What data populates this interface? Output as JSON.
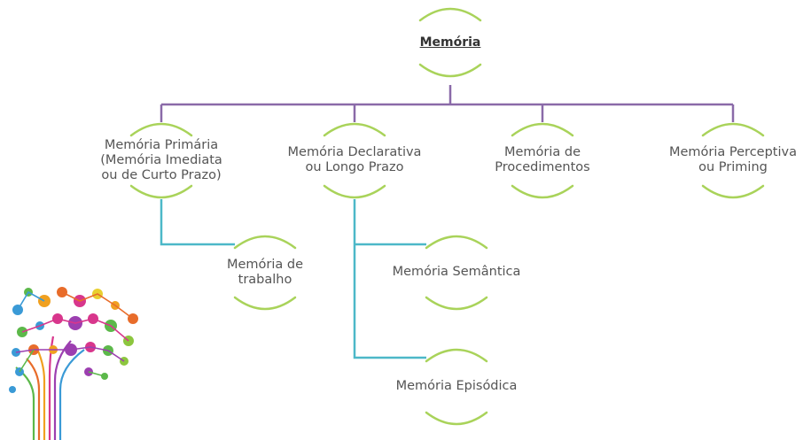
{
  "colors": {
    "arc": "#a9d35a",
    "hierarchy_line": "#8a6aa8",
    "sub_line": "#4cb8c8",
    "text": "#555555"
  },
  "diagram": {
    "root": {
      "label": "Memória"
    },
    "children": [
      {
        "lines": [
          "Memória Primária",
          "(Memória Imediata",
          "ou de Curto Prazo)"
        ]
      },
      {
        "lines": [
          "Memória Declarativa",
          "ou Longo Prazo"
        ]
      },
      {
        "lines": [
          "Memória de",
          "Procedimentos"
        ]
      },
      {
        "lines": [
          "Memória Perceptiva",
          "ou Priming"
        ]
      }
    ],
    "sub_children": [
      {
        "lines": [
          "Memória de",
          "trabalho"
        ]
      },
      {
        "lines": [
          "Memória Semântica"
        ]
      },
      {
        "lines": [
          "Memória Episódica"
        ]
      }
    ]
  },
  "decoration": {
    "icon": "brain-tree-logo"
  }
}
